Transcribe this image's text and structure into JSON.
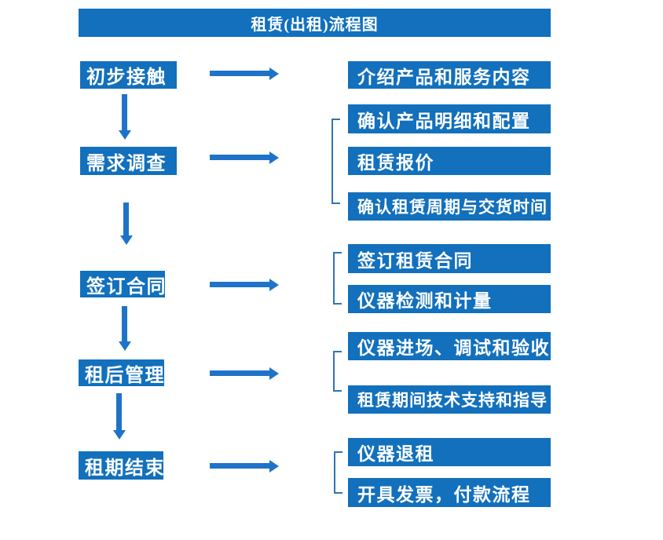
{
  "title": "租赁(出租)流程图",
  "colors": {
    "box_blue": "#1270bd",
    "arrow_blue": "#1e73c9",
    "bracket_blue": "#2e75b6",
    "text_white": "#ffffff"
  },
  "stages": [
    {
      "label": "初步接触",
      "details": [
        "介绍产品和服务内容"
      ]
    },
    {
      "label": "需求调查",
      "details": [
        "确认产品明细和配置",
        "租赁报价",
        "确认租赁周期与交货时间"
      ]
    },
    {
      "label": "签订合同",
      "details": [
        "签订租赁合同",
        "仪器检测和计量"
      ]
    },
    {
      "label": "租后管理",
      "details": [
        "仪器进场、调试和验收",
        "租赁期间技术支持和指导"
      ]
    },
    {
      "label": "租期结束",
      "details": [
        "仪器退租",
        "开具发票，付款流程"
      ]
    }
  ]
}
